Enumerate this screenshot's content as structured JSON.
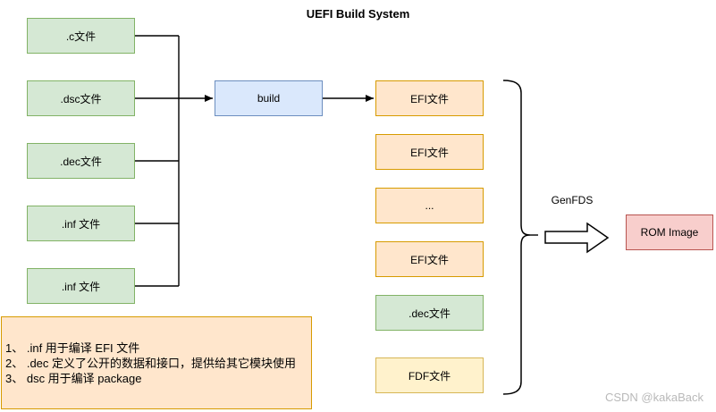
{
  "title": "UEFI Build System",
  "source_boxes": [
    {
      "label": ".c文件",
      "color": "green"
    },
    {
      "label": ".dsc文件",
      "color": "green"
    },
    {
      "label": ".dec文件",
      "color": "green"
    },
    {
      "label": ".inf 文件",
      "color": "green"
    },
    {
      "label": ".inf 文件",
      "color": "green"
    }
  ],
  "build_box": {
    "label": "build",
    "color": "blue"
  },
  "output_boxes": [
    {
      "label": "EFI文件",
      "color": "orange"
    },
    {
      "label": "EFI文件",
      "color": "orange"
    },
    {
      "label": "...",
      "color": "orange"
    },
    {
      "label": "EFI文件",
      "color": "orange"
    },
    {
      "label": ".dec文件",
      "color": "green"
    },
    {
      "label": "FDF文件",
      "color": "yellow"
    }
  ],
  "genfds_label": "GenFDS",
  "rom_box": {
    "label": "ROM Image",
    "color": "pink"
  },
  "note": {
    "lines": [
      "1、 .inf 用于编译 EFI 文件",
      "2、 .dec 定义了公开的数据和接口，提供给其它模块使用",
      "3、 dsc 用于编译 package"
    ]
  },
  "watermark": "CSDN @kakaBack",
  "colors": {
    "green_fill": "#d5e8d4",
    "green_stroke": "#82b366",
    "blue_fill": "#dae8fc",
    "blue_stroke": "#6c8ebf",
    "orange_fill": "#ffe6cc",
    "orange_stroke": "#d79b00",
    "yellow_fill": "#fff2cc",
    "yellow_stroke": "#d6b656",
    "pink_fill": "#f8cecc",
    "pink_stroke": "#b85450",
    "line": "#000000",
    "watermark": "#b9b9b9"
  }
}
